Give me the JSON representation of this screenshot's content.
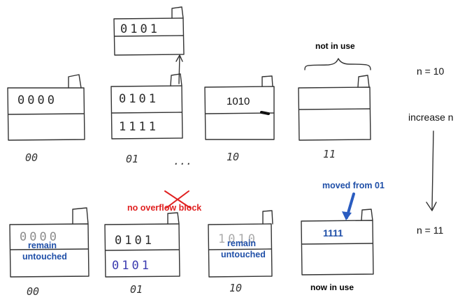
{
  "top": {
    "overflow_block_bits": "0101",
    "buckets": [
      {
        "index": "00",
        "slot1": "0000",
        "slot2": ""
      },
      {
        "index": "01",
        "slot1": "0101",
        "slot2": "1111"
      },
      {
        "index": "10",
        "slot1": "1010",
        "slot2": ""
      },
      {
        "index": "11",
        "slot1": "",
        "slot2": ""
      }
    ],
    "ellipsis": "...",
    "not_in_use": "not in use"
  },
  "bottom": {
    "buckets": [
      {
        "index": "00",
        "slot1": "0000",
        "slot2": "",
        "note": [
          "remain",
          "untouched"
        ]
      },
      {
        "index": "01",
        "slot1": "0101",
        "slot2": "0101"
      },
      {
        "index": "10",
        "slot1": "1010",
        "slot2": "",
        "note": [
          "remain",
          "untouched"
        ]
      },
      {
        "index": "",
        "slot1": "1111",
        "slot2": ""
      }
    ],
    "no_overflow_block": "no overflow block",
    "moved_from": "moved from 01",
    "now_in_use": "now in use"
  },
  "side": {
    "n_before": "n = 10",
    "increase": "increase n",
    "n_after": "n = 11"
  },
  "colors": {
    "blue_label": "#1f4fa8",
    "red_label": "#e02020",
    "ink": "#333333",
    "blue_ink": "#3b3bb0"
  }
}
